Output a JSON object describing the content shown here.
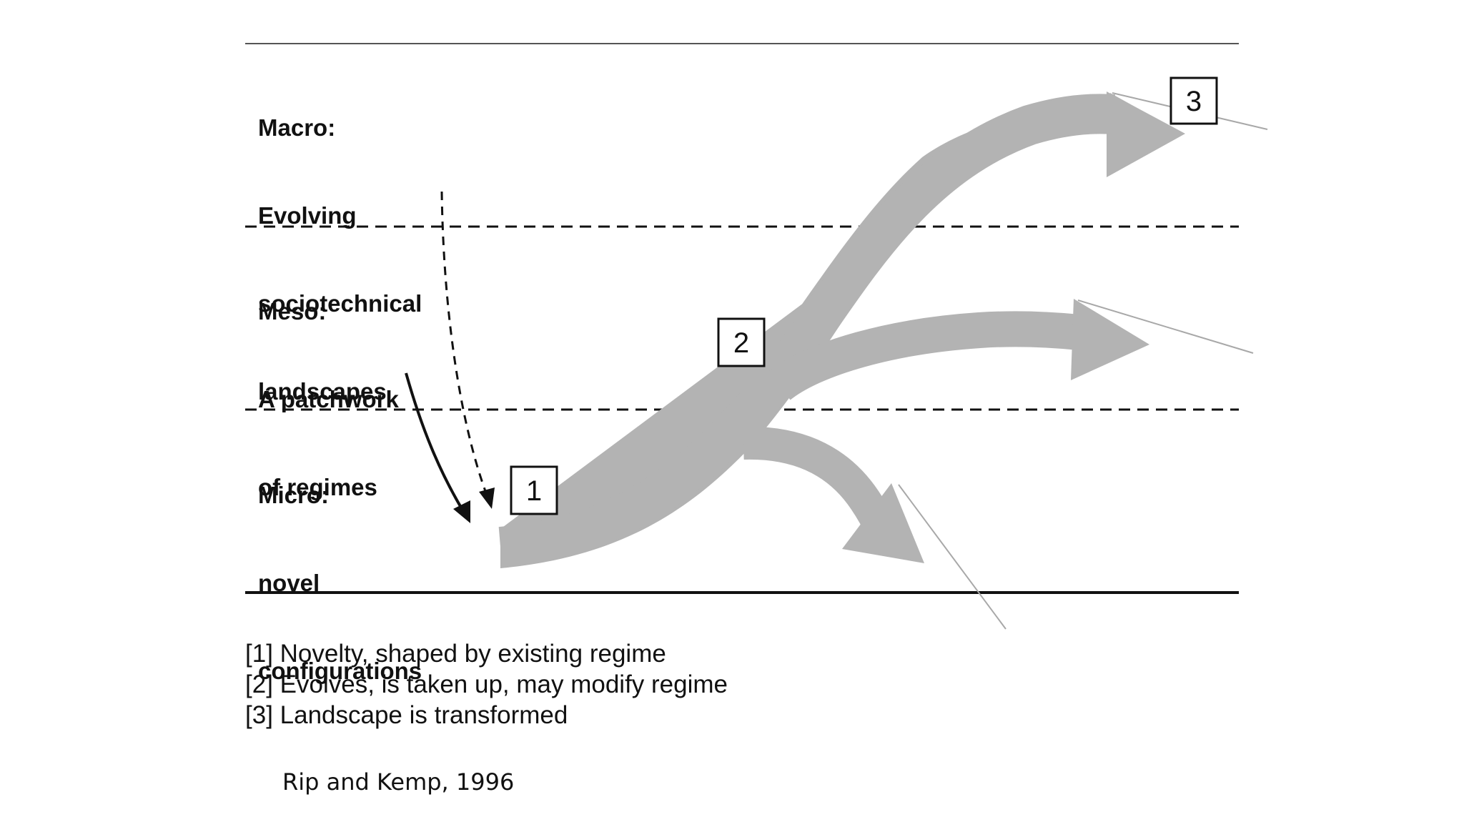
{
  "levels": {
    "macro": {
      "title": "Macro:",
      "lines": [
        "Evolving",
        "sociotechnical",
        "landscapes"
      ]
    },
    "meso": {
      "title": "Meso:",
      "lines": [
        "A patchwork",
        "of regimes"
      ]
    },
    "micro": {
      "title": "Micro:",
      "lines": [
        "novel",
        "configurations"
      ]
    }
  },
  "markers": {
    "one": "1",
    "two": "2",
    "three": "3"
  },
  "legend": [
    "[1] Novelty, shaped by existing regime",
    "[2] Evolves, is taken up, may modify regime",
    "[3] Landscape is transformed"
  ],
  "citation": "Rip and Kemp, 1996",
  "colors": {
    "arrow_fill": "#b3b3b3",
    "line": "#111111",
    "thin_line": "#a8a8a8"
  }
}
